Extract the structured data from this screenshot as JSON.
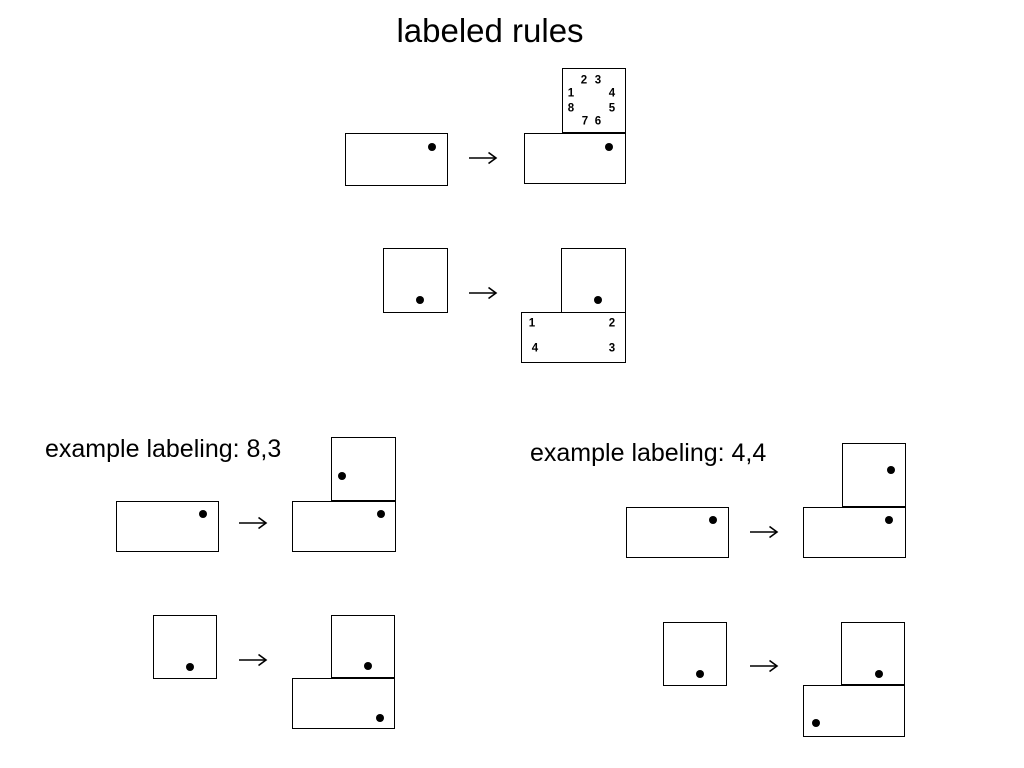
{
  "title": "labeled rules",
  "rules": {
    "rule1": {
      "square_labels": {
        "n1": "1",
        "n2": "2",
        "n3": "3",
        "n4": "4",
        "n5": "5",
        "n6": "6",
        "n7": "7",
        "n8": "8"
      }
    },
    "rule2": {
      "rect_labels": {
        "n1": "1",
        "n2": "2",
        "n3": "3",
        "n4": "4"
      }
    }
  },
  "examples": {
    "ex83": {
      "label": "example labeling: 8,3"
    },
    "ex44": {
      "label": "example labeling: 4,4"
    }
  },
  "icons": {
    "arrow": "right-arrow",
    "dot": "feature-dot"
  },
  "colors": {
    "background": "#ffffff",
    "line": "#000000"
  }
}
